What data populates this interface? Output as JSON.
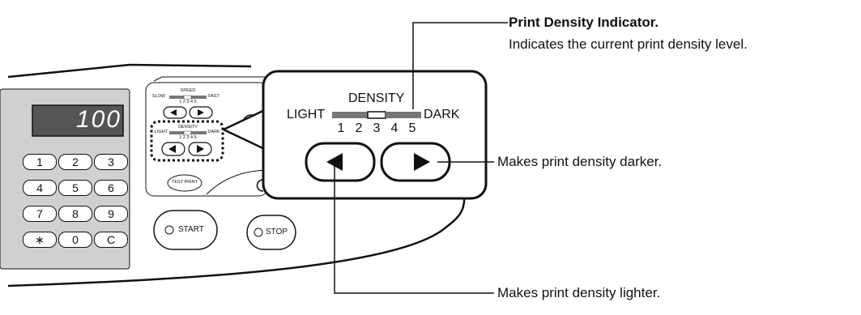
{
  "display": {
    "value": "100"
  },
  "keypad": {
    "keys": [
      "1",
      "2",
      "3",
      "4",
      "5",
      "6",
      "7",
      "8",
      "9",
      "∗",
      "0",
      "C"
    ]
  },
  "small_panel": {
    "speed_label": "SPEED",
    "speed_slow": "SLOW",
    "speed_fast": "FAST",
    "speed_levels": "1 2 3 4 5",
    "density_label": "DENSITY",
    "density_light": "LIGHT",
    "density_dark": "DARK",
    "density_levels": "1 2 3 4 5",
    "test_print": "TEST PRINT"
  },
  "main_buttons": {
    "start": "START",
    "stop": "STOP"
  },
  "callout": {
    "density_label": "DENSITY",
    "light_label": "LIGHT",
    "dark_label": "DARK",
    "levels": [
      "1",
      "2",
      "3",
      "4",
      "5"
    ],
    "current_level": 3
  },
  "annotations": {
    "indicator_title": "Print Density Indicator.",
    "indicator_desc": "Indicates the current print density level.",
    "darker": "Makes print density darker.",
    "lighter": "Makes print density lighter."
  }
}
